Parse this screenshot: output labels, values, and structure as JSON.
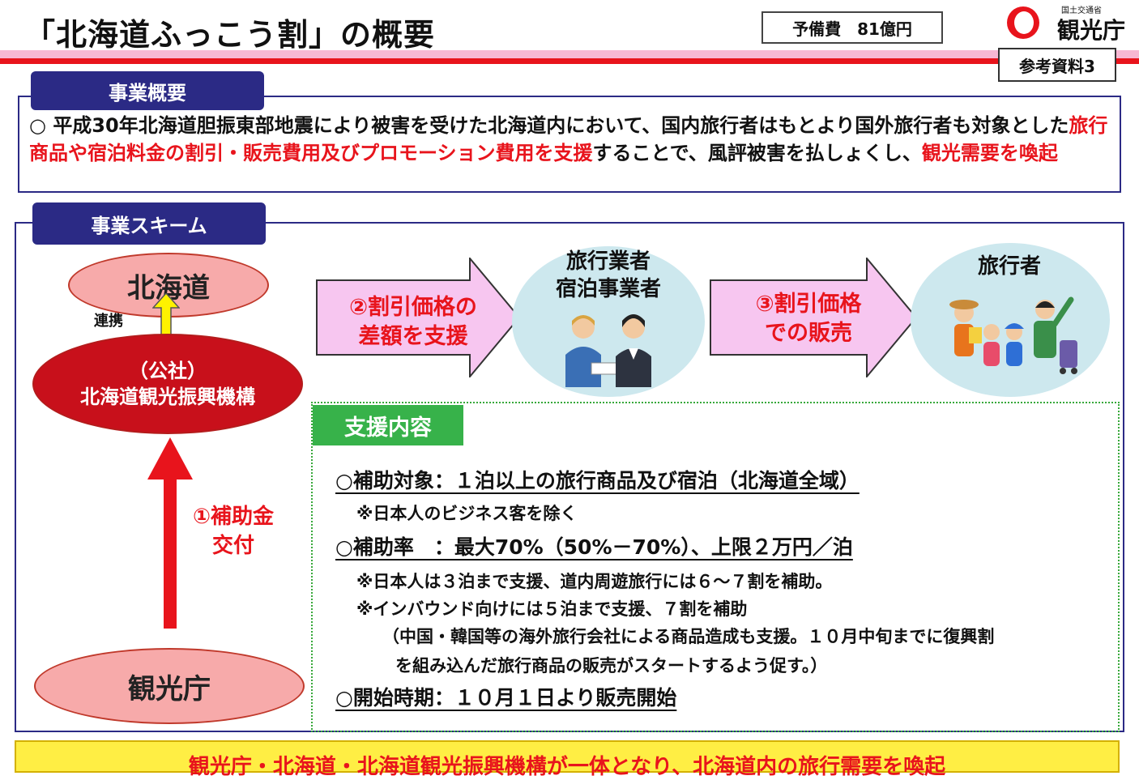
{
  "header": {
    "title": "「北海道ふっこう割」の概要",
    "budget": "予備費　81億円",
    "logo_small": "国土交通省",
    "logo_name": "観光庁",
    "reference": "参考資料3"
  },
  "overview": {
    "label": "事業概要",
    "bullet": "○",
    "text_1": "平成30年北海道胆振東部地震により被害を受けた北海道内において、国内旅行者はもとより国外旅行者も対象とした",
    "text_red_1": "旅行商品や宿泊料金の割引・販売費用及びプロモーション費用を支援",
    "text_2": "することで、風評被害を払しょくし、",
    "text_red_2": "観光需要を喚起"
  },
  "scheme": {
    "label": "事業スキーム",
    "hokkaido": "北海道",
    "renkei": "連携",
    "kiko_line1": "（公社）",
    "kiko_line2": "北海道観光振興機構",
    "kanko": "観光庁",
    "hojo_line1": "①補助金",
    "hojo_line2": "交付",
    "arrow2_line1": "②割引価格の",
    "arrow2_line2": "差額を支援",
    "agency_line1": "旅行業者",
    "agency_line2": "宿泊事業者",
    "arrow3_line1": "③割引価格",
    "arrow3_line2": "での販売",
    "traveler": "旅行者"
  },
  "support": {
    "label": "支援内容",
    "line1": "○補助対象：１泊以上の旅行商品及び宿泊（北海道全域）",
    "line2": "※日本人のビジネス客を除く",
    "line3": "○補助率　：最大70%（50%－70%）、上限２万円／泊",
    "line4": "※日本人は３泊まで支援、道内周遊旅行には６～７割を補助。",
    "line5": "※インバウンド向けには５泊まで支援、７割を補助",
    "line6": "（中国・韓国等の海外旅行会社による商品造成も支援。１０月中旬までに復興割",
    "line7": "を組み込んだ旅行商品の販売がスタートするよう促す。）",
    "line8": "○開始時期：１０月１日より販売開始"
  },
  "bottom": {
    "text": "観光庁・北海道・北海道観光振興機構が一体となり、北海道内の旅行需要を喚起"
  },
  "colors": {
    "navy": "#2b2a85",
    "red": "#e8141c",
    "pink": "#f7aaaa",
    "arrow_pink": "#f7c6f0",
    "green": "#37b24a",
    "circle": "#cde8ee",
    "banner": "#ffee44"
  }
}
